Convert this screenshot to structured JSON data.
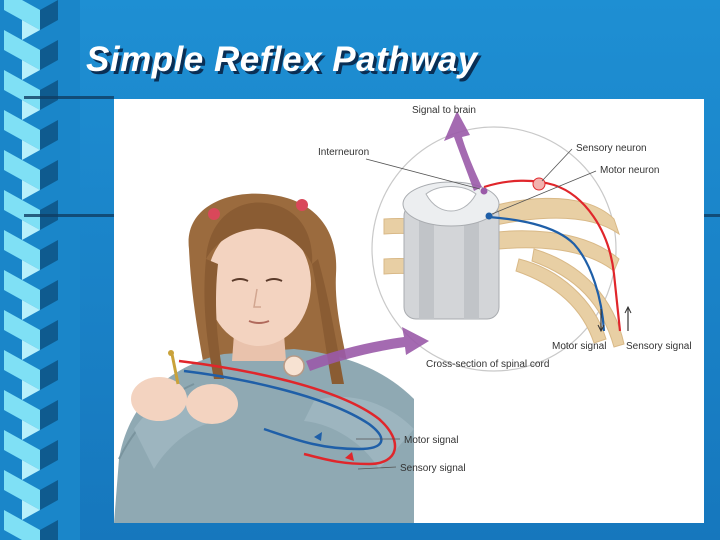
{
  "slide": {
    "title": "Simple Reflex Pathway"
  },
  "figure": {
    "labels": {
      "signal_to_brain": "Signal to brain",
      "interneuron": "Interneuron",
      "sensory_neuron": "Sensory neuron",
      "motor_neuron": "Motor neuron",
      "motor_signal_upper": "Motor signal",
      "sensory_signal_upper": "Sensory signal",
      "cross_section": "Cross-section of spinal cord",
      "motor_signal_lower": "Motor signal",
      "sensory_signal_lower": "Sensory signal"
    },
    "colors": {
      "motor": "#1f5fa8",
      "sensory": "#e0262b",
      "arrow": "#9a5aa8",
      "nerve": "#e8cfa4",
      "sweater": "#8fa9b3",
      "hair": "#9b6b3e",
      "skin": "#f3d3c0"
    }
  },
  "colors": {
    "background": "#1a86c9",
    "title_text": "#ffffff",
    "title_shadow": "#0a2f55",
    "border_light": "#7fe0f5",
    "border_dark": "#0f5b8f"
  }
}
